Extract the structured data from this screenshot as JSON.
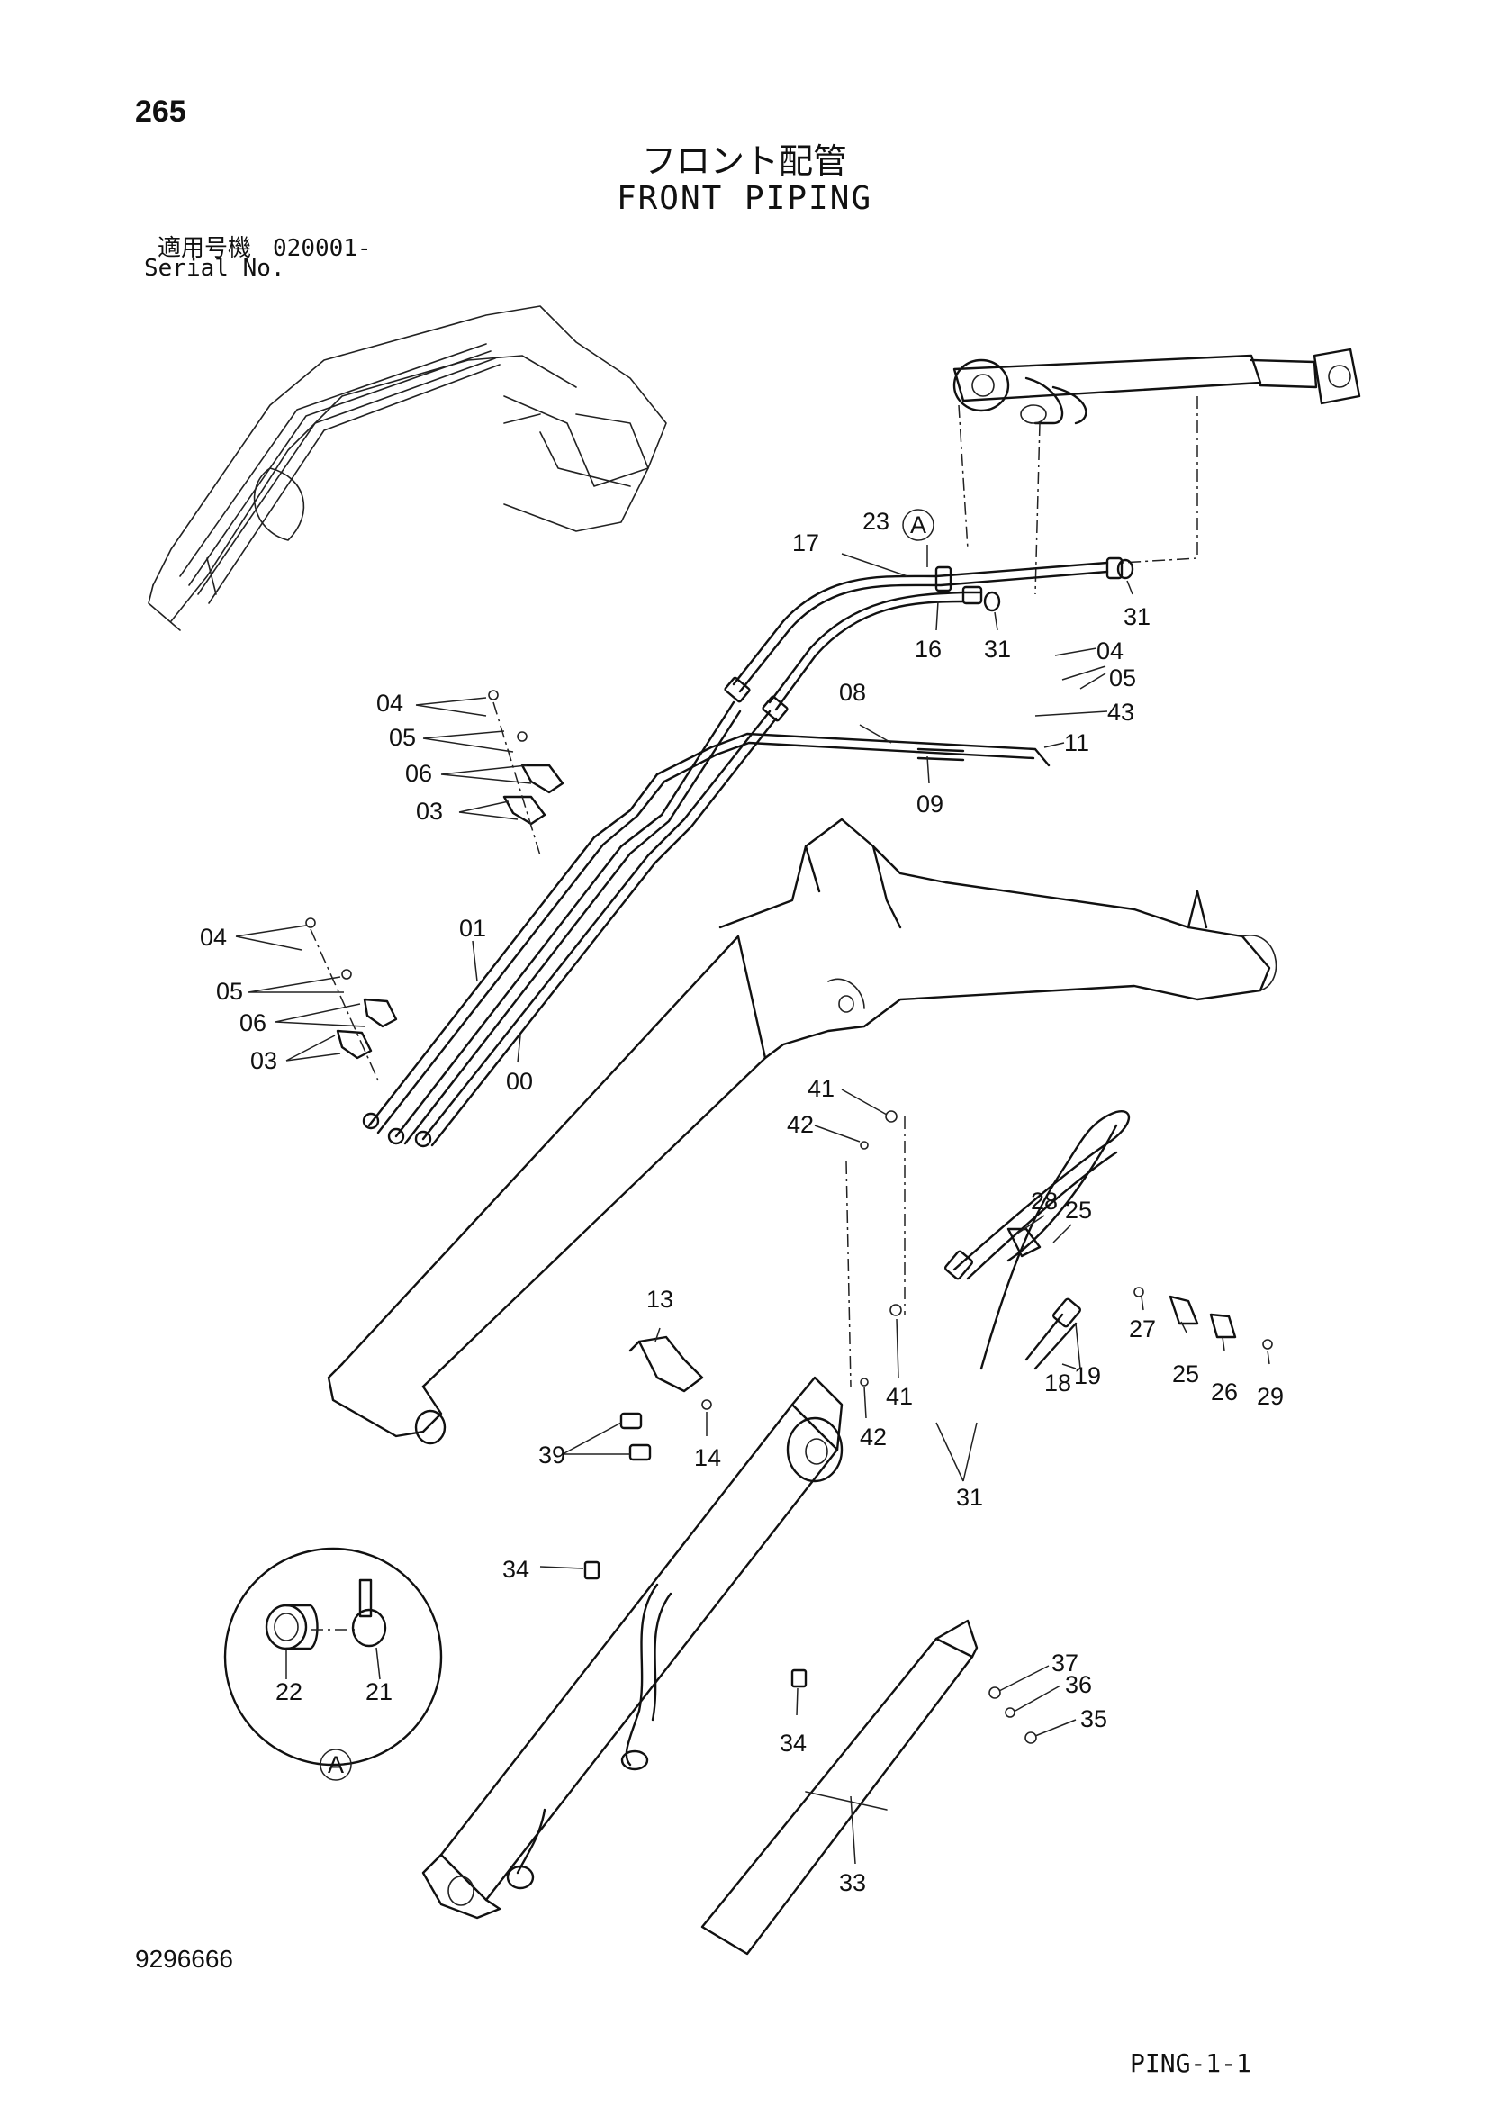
{
  "header": {
    "page_number": "265",
    "title_jp": "フロント配管",
    "title_en": "FRONT PIPING",
    "serial_label_jp": "適用号機",
    "serial_code": "020001-",
    "serial_label_en": "Serial No."
  },
  "footer": {
    "doc_number": "9296666",
    "page_code": "PING-1-1"
  },
  "callouts": {
    "c23": "23",
    "cA_top": "A",
    "c17": "17",
    "c31a": "31",
    "c16": "16",
    "c31b": "31",
    "c04r": "04",
    "c05r": "05",
    "c43": "43",
    "c11": "11",
    "c08": "08",
    "c09": "09",
    "c04a": "04",
    "c05a": "05",
    "c06a": "06",
    "c03a": "03",
    "c04b": "04",
    "c05b": "05",
    "c06b": "06",
    "c03b": "03",
    "c01": "01",
    "c00": "00",
    "c41a": "41",
    "c42a": "42",
    "c28": "28",
    "c25a": "25",
    "c27": "27",
    "c25b": "25",
    "c26": "26",
    "c29": "29",
    "c18": "18",
    "c19": "19",
    "c41b": "41",
    "c42b": "42",
    "c13": "13",
    "c14": "14",
    "c39": "39",
    "c31c": "31",
    "c34a": "34",
    "c34b": "34",
    "c37": "37",
    "c36": "36",
    "c35": "35",
    "c33": "33",
    "c22": "22",
    "c21": "21",
    "cA_circle": "A"
  }
}
